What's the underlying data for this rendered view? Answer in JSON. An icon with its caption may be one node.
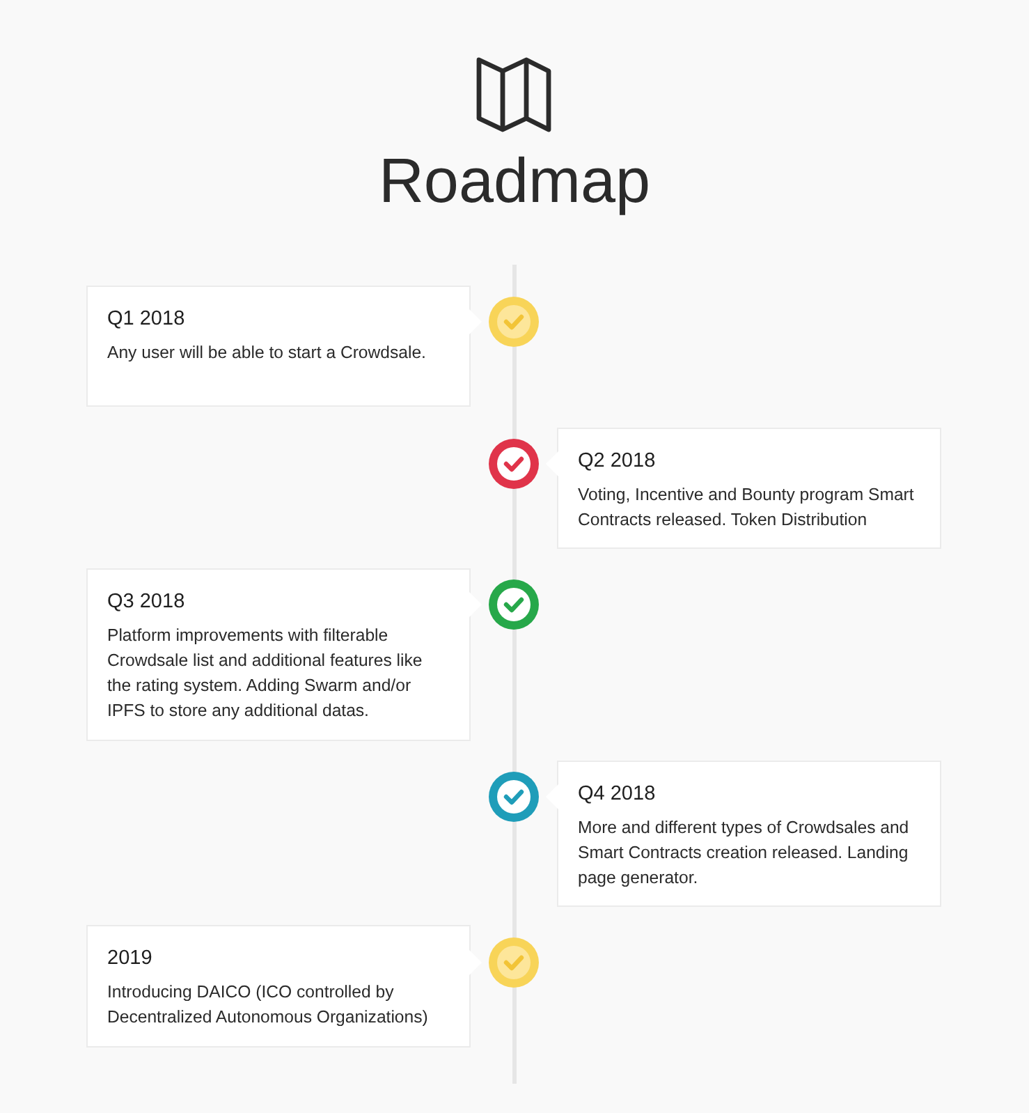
{
  "diagram": {
    "title": "Roadmap",
    "nodes": [
      {
        "text": [
          "Q1 2018",
          "Any user will be able to start a Crowdsale."
        ]
      },
      {
        "text": [
          "Q2 2018",
          "Voting, Incentive and Bounty program Smart Contracts released. Token Distribution"
        ]
      },
      {
        "text": [
          "Q3 2018",
          "Platform improvements with filterable Crowdsale list and additional features like the rating system. Adding Swarm and/or IPFS to store any additional datas."
        ]
      },
      {
        "text": [
          "Q4 2018",
          "More and different types of Crowdsales and Smart Contracts creation released. Landing page generator."
        ]
      },
      {
        "text": [
          "2019",
          "Introducing DAICO (ICO controlled by Decentralized Autonomous Organizations)"
        ]
      }
    ]
  }
}
